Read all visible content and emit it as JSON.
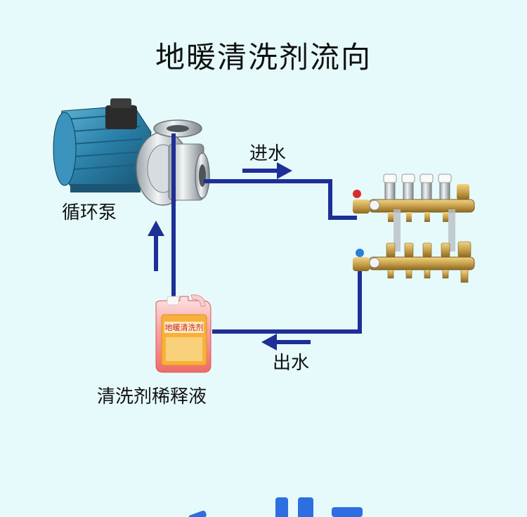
{
  "title": "地暖清洗剂流向",
  "labels": {
    "pump": "循环泵",
    "inlet": "进水",
    "outlet": "出水",
    "bottle_caption": "清洗剂稀释液",
    "bottle_label": "地暖清洗剂"
  },
  "colors": {
    "background": "#e6fafb",
    "pipe": "#1e2f96",
    "bottle_body": "#f07a7a",
    "pump_motor": "#2a7fa8",
    "manifold_brass": "#c9a24b"
  }
}
